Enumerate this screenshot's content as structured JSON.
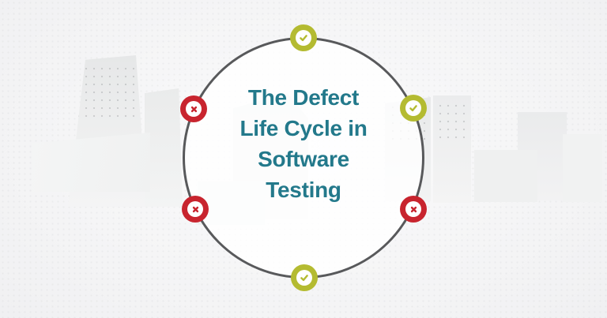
{
  "infographic": {
    "title_full": "The Defect Life Cycle in Software Testing",
    "title_lines": [
      "The Defect",
      "Life Cycle in",
      "Software",
      "Testing"
    ]
  },
  "colors": {
    "teal": "#23798b",
    "olive": "#b4bb31",
    "red": "#c8242e",
    "circle_stroke": "#58595b",
    "background": "#f4f4f5"
  },
  "cycle_nodes": [
    {
      "position": "top",
      "status": "check",
      "icon": "check-icon"
    },
    {
      "position": "upper-right",
      "status": "check",
      "icon": "check-icon"
    },
    {
      "position": "lower-right",
      "status": "cross",
      "icon": "x-icon"
    },
    {
      "position": "bottom",
      "status": "check",
      "icon": "check-icon"
    },
    {
      "position": "lower-left",
      "status": "cross",
      "icon": "x-icon"
    },
    {
      "position": "upper-left",
      "status": "cross",
      "icon": "x-icon"
    }
  ]
}
